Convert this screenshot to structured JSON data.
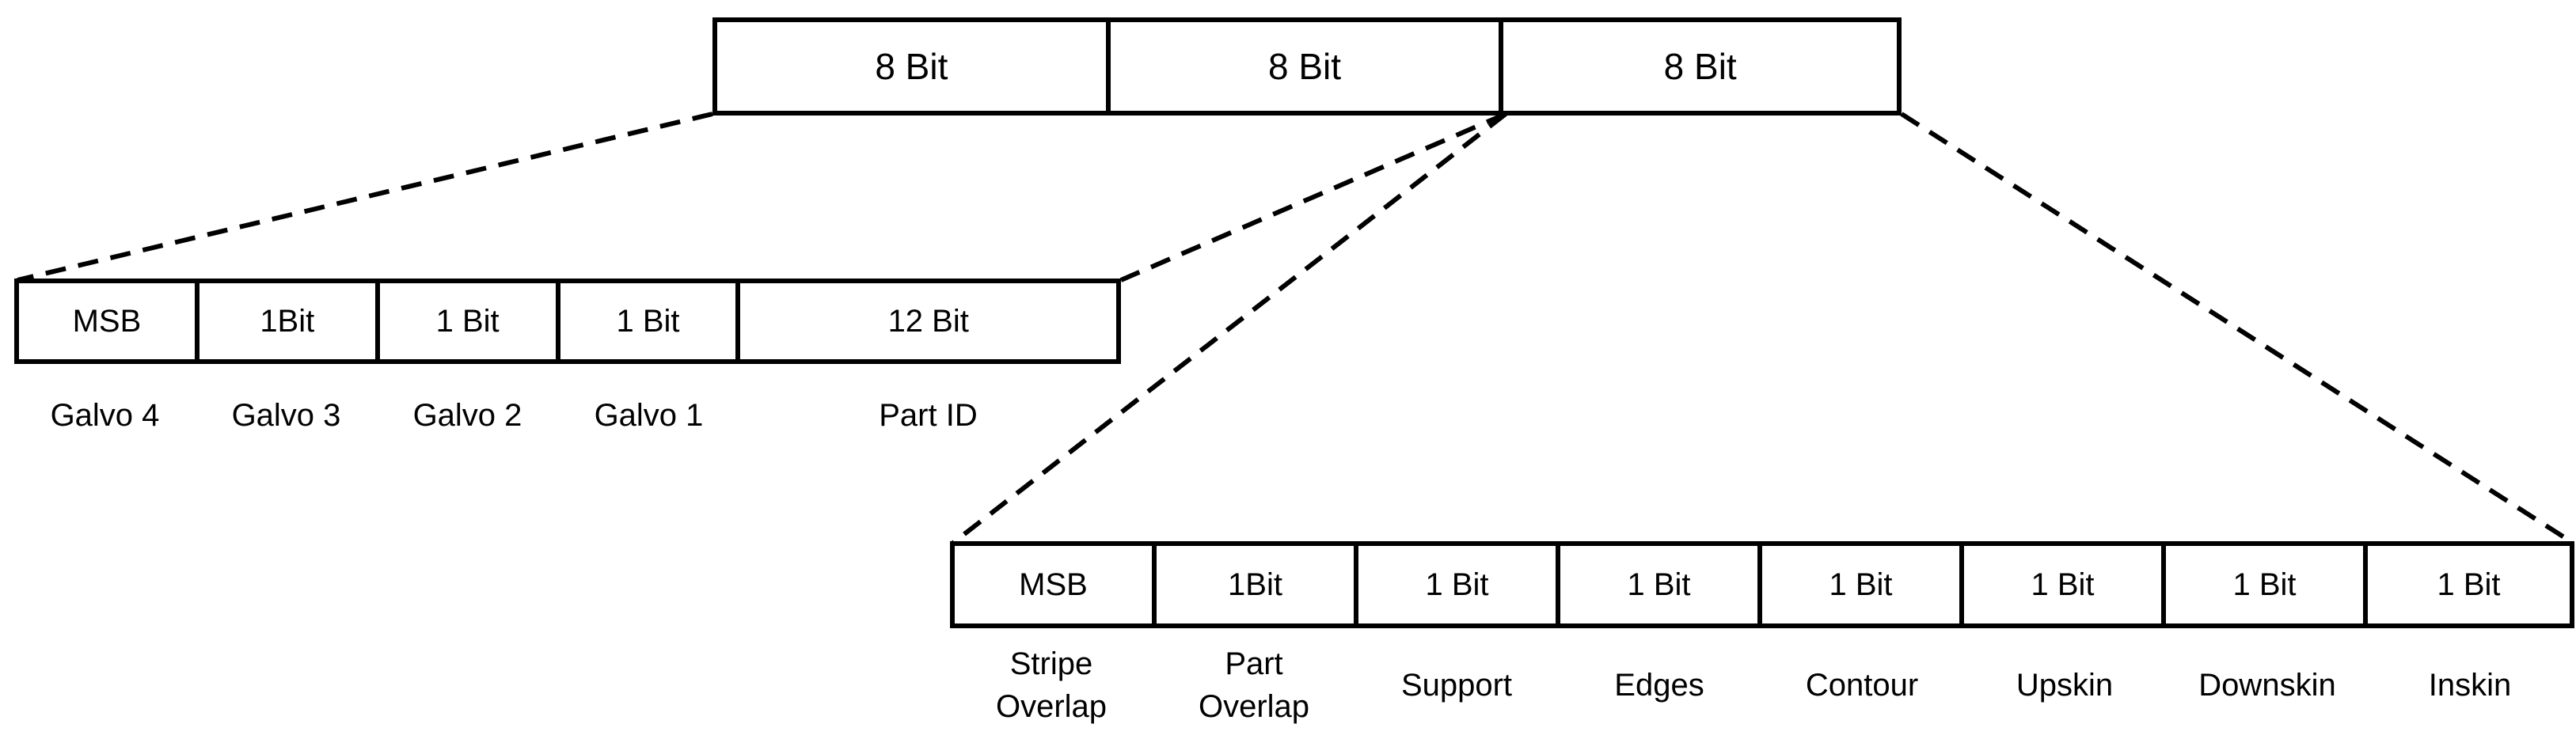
{
  "top_row": {
    "cells": [
      "8 Bit",
      "8 Bit",
      "8 Bit"
    ]
  },
  "left_row": {
    "cells": [
      "MSB",
      "1Bit",
      "1 Bit",
      "1 Bit",
      "12 Bit"
    ],
    "labels": [
      "Galvo 4",
      "Galvo 3",
      "Galvo 2",
      "Galvo 1",
      "Part ID"
    ]
  },
  "right_row": {
    "cells": [
      "MSB",
      "1Bit",
      "1 Bit",
      "1 Bit",
      "1 Bit",
      "1 Bit",
      "1 Bit",
      "1 Bit"
    ],
    "labels": [
      "Stripe\nOverlap",
      "Part\nOverlap",
      "Support",
      "Edges",
      "Contour",
      "Upskin",
      "Downskin",
      "Inskin"
    ]
  }
}
